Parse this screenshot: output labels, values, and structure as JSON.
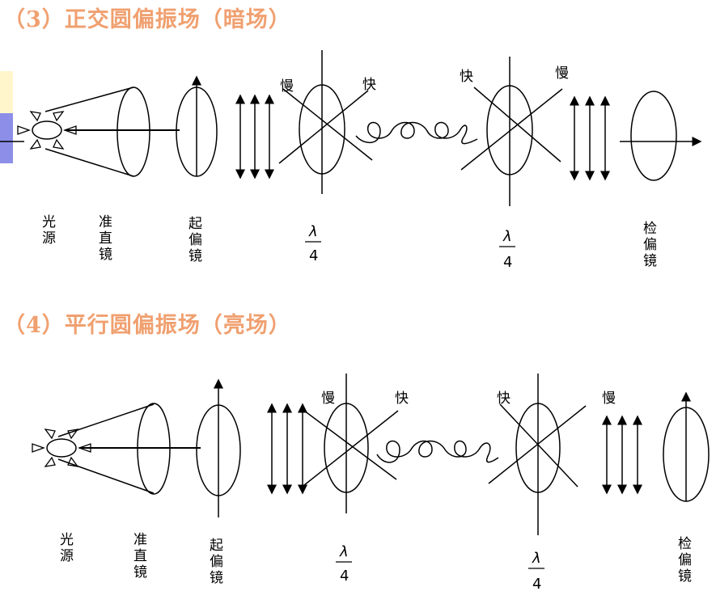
{
  "sections": [
    {
      "title": "（3）正交圆偏振场（暗场）",
      "slow_label": "慢",
      "fast_label": "快",
      "light_source_label": [
        "光",
        "源"
      ],
      "collimator_label": [
        "准",
        "直",
        "镜"
      ],
      "polarizer_label": [
        "起",
        "偏",
        "镜"
      ],
      "wave_plate_label": {
        "numerator": "λ",
        "denominator": "4"
      },
      "analyzer_label": [
        "检",
        "偏",
        "镜"
      ]
    },
    {
      "title": "（4）平行圆偏振场（亮场）",
      "slow_label": "慢",
      "fast_label": "快",
      "light_source_label": [
        "光",
        "源"
      ],
      "collimator_label": [
        "准",
        "直",
        "镜"
      ],
      "polarizer_label": [
        "起",
        "偏",
        "镜"
      ],
      "wave_plate_label": {
        "numerator": "λ",
        "denominator": "4"
      },
      "analyzer_label": [
        "检",
        "偏",
        "镜"
      ]
    }
  ],
  "colors": {
    "title": "#f0a070",
    "tab_yellow": "#fff6cc",
    "tab_blue": "#8c8ee8"
  }
}
